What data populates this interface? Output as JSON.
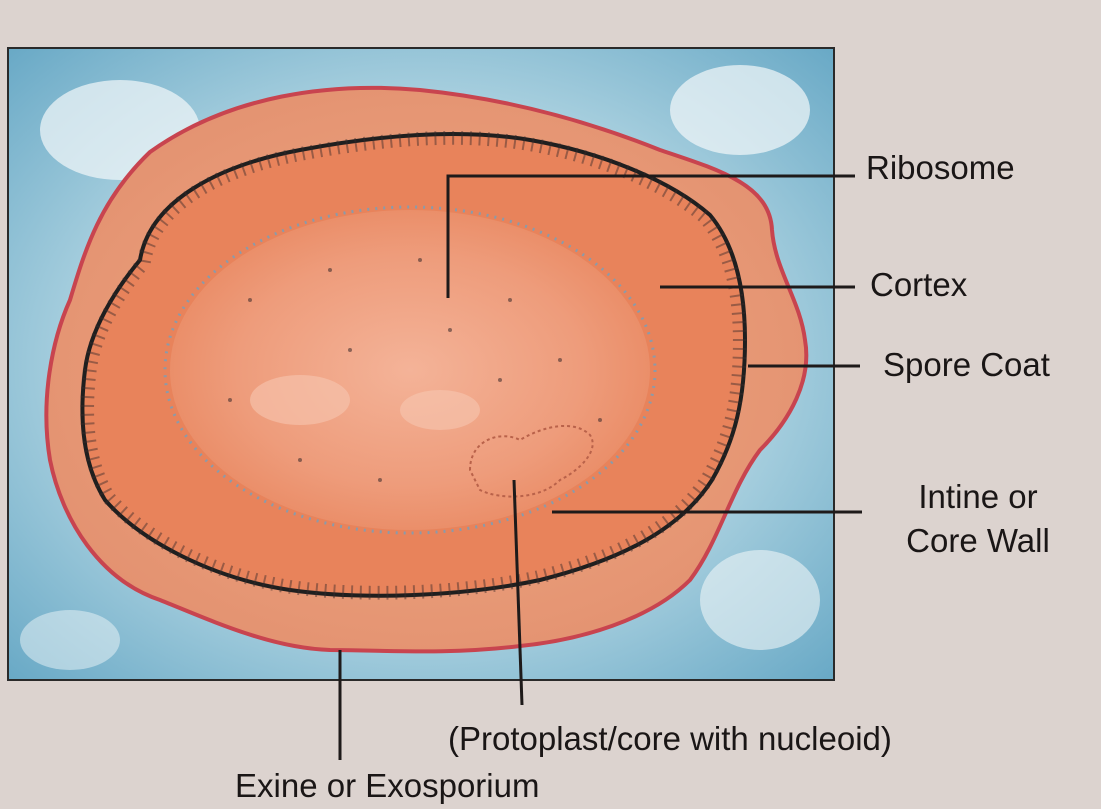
{
  "labels": {
    "ribosome": "Ribosome",
    "cortex": "Cortex",
    "spore_coat": "Spore Coat",
    "intine_line1": "Intine or",
    "intine_line2": "Core Wall",
    "protoplast": "(Protoplast/core with nucleoid)",
    "exine": "Exine or Exosporium"
  },
  "colors": {
    "page_background": "#dcd3cf",
    "frame_fill": "#7fb6cf",
    "exine": "#e49773",
    "exine_outline": "#c8444f",
    "cortex": "#e9865e",
    "core": "#f0a283",
    "label_text": "#1a1616"
  }
}
